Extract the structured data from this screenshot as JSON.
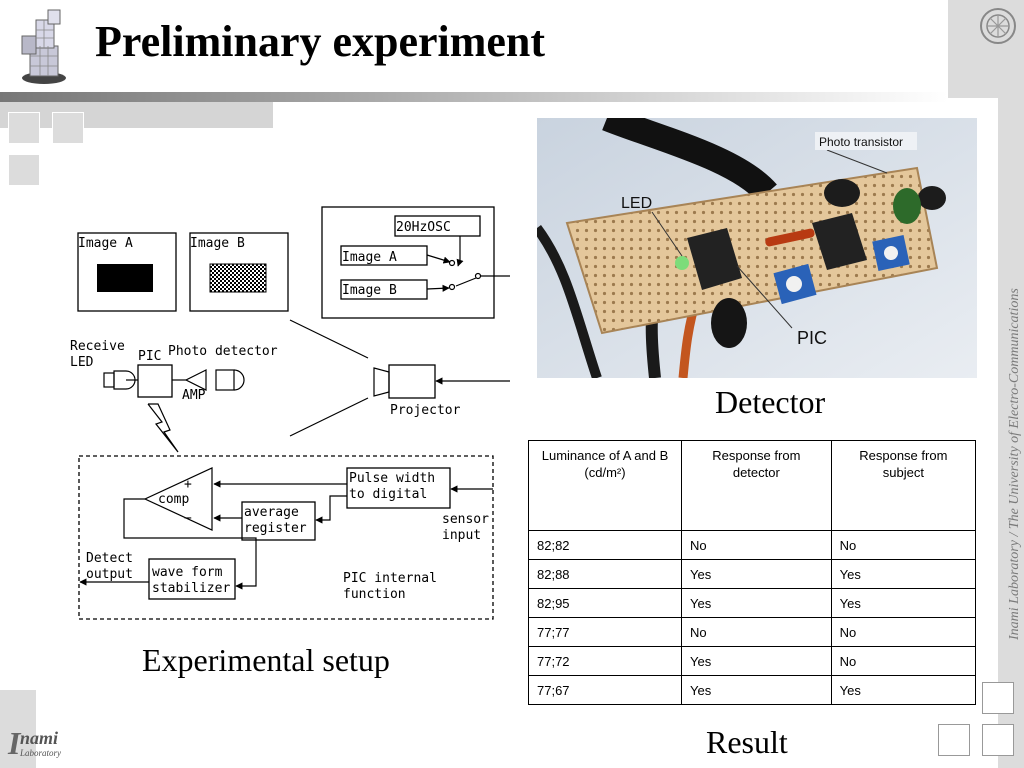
{
  "title": "Preliminary experiment",
  "side_text": "Inami Laboratory / The University of Electro-Communications",
  "logo_text": {
    "line1": "nami",
    "line2": "Laboratory"
  },
  "diagram": {
    "image_a": "Image A",
    "image_b": "Image B",
    "osc": "20HzOSC",
    "osc_image_a": "Image A",
    "osc_image_b": "Image B",
    "receive_led": [
      "Receive",
      "LED"
    ],
    "pic": "PIC",
    "photo_detector": "Photo detector",
    "amp": "AMP",
    "projector": "Projector",
    "pulse_width": [
      "Pulse width",
      "to digital"
    ],
    "comp": "comp",
    "plus": "+",
    "minus": "−",
    "average_register": [
      "average",
      "register"
    ],
    "sensor_input": [
      "sensor",
      "input"
    ],
    "detect_output": [
      "Detect",
      "output"
    ],
    "wave_form": [
      "wave form",
      "stabilizer"
    ],
    "pic_internal": [
      "PIC internal",
      "function"
    ]
  },
  "photo_labels": {
    "photo_transistor": "Photo transistor",
    "led": "LED",
    "pic": "PIC"
  },
  "captions": {
    "setup": "Experimental setup",
    "detector": "Detector",
    "result": "Result"
  },
  "table": {
    "headers": [
      "Luminance of A and B (cd/m²)",
      "Response from detector",
      "Response from subject"
    ],
    "rows": [
      [
        "82;82",
        "No",
        "No"
      ],
      [
        "82;88",
        "Yes",
        "Yes"
      ],
      [
        "82;95",
        "Yes",
        "Yes"
      ],
      [
        "77;77",
        "No",
        "No"
      ],
      [
        "77;72",
        "Yes",
        "No"
      ],
      [
        "77;67",
        "Yes",
        "Yes"
      ]
    ]
  }
}
